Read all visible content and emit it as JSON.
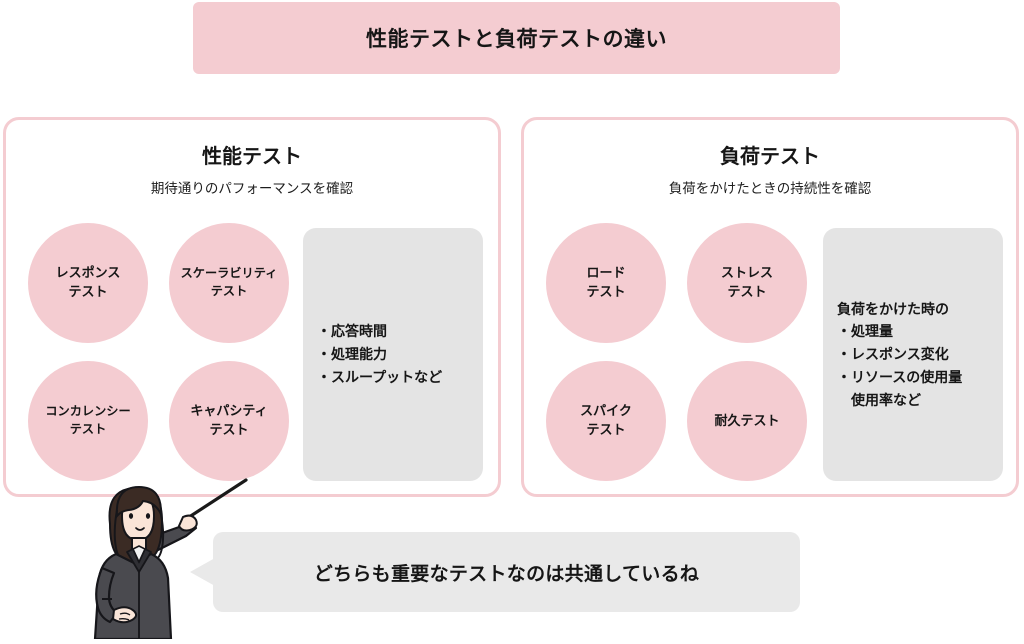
{
  "title": {
    "text": "性能テストと負荷テストの違い"
  },
  "colors": {
    "pink": "#f4ccd1",
    "gray": "#e4e4e4",
    "bubble_gray": "#e9e9e9",
    "text": "#161616",
    "background": "#ffffff"
  },
  "panels": [
    {
      "id": "performance",
      "title": "性能テスト",
      "subtitle": "期待通りのパフォーマンスを確認",
      "circles": [
        {
          "label": "レスポンス\nテスト"
        },
        {
          "label": "スケーラビリティ\nテスト"
        },
        {
          "label": "コンカレンシー\nテスト"
        },
        {
          "label": "キャパシティ\nテスト"
        }
      ],
      "info_box": {
        "lines": [
          {
            "text": "・応答時間",
            "indent": false
          },
          {
            "text": "・処理能力",
            "indent": false
          },
          {
            "text": "・スループットなど",
            "indent": false
          }
        ]
      }
    },
    {
      "id": "load",
      "title": "負荷テスト",
      "subtitle": "負荷をかけたときの持続性を確認",
      "circles": [
        {
          "label": "ロード\nテスト"
        },
        {
          "label": "ストレス\nテスト"
        },
        {
          "label": "スパイク\nテスト"
        },
        {
          "label": "耐久テスト"
        }
      ],
      "info_box": {
        "lines": [
          {
            "text": "負荷をかけた時の",
            "indent": false
          },
          {
            "text": "・処理量",
            "indent": false
          },
          {
            "text": "・レスポンス変化",
            "indent": false
          },
          {
            "text": "・リソースの使用量",
            "indent": false
          },
          {
            "text": "使用率など",
            "indent": true
          }
        ]
      }
    }
  ],
  "speech_bubble": {
    "text": "どちらも重要なテストなのは共通しているね"
  },
  "character": {
    "name": "presenter-woman-with-pointer"
  }
}
